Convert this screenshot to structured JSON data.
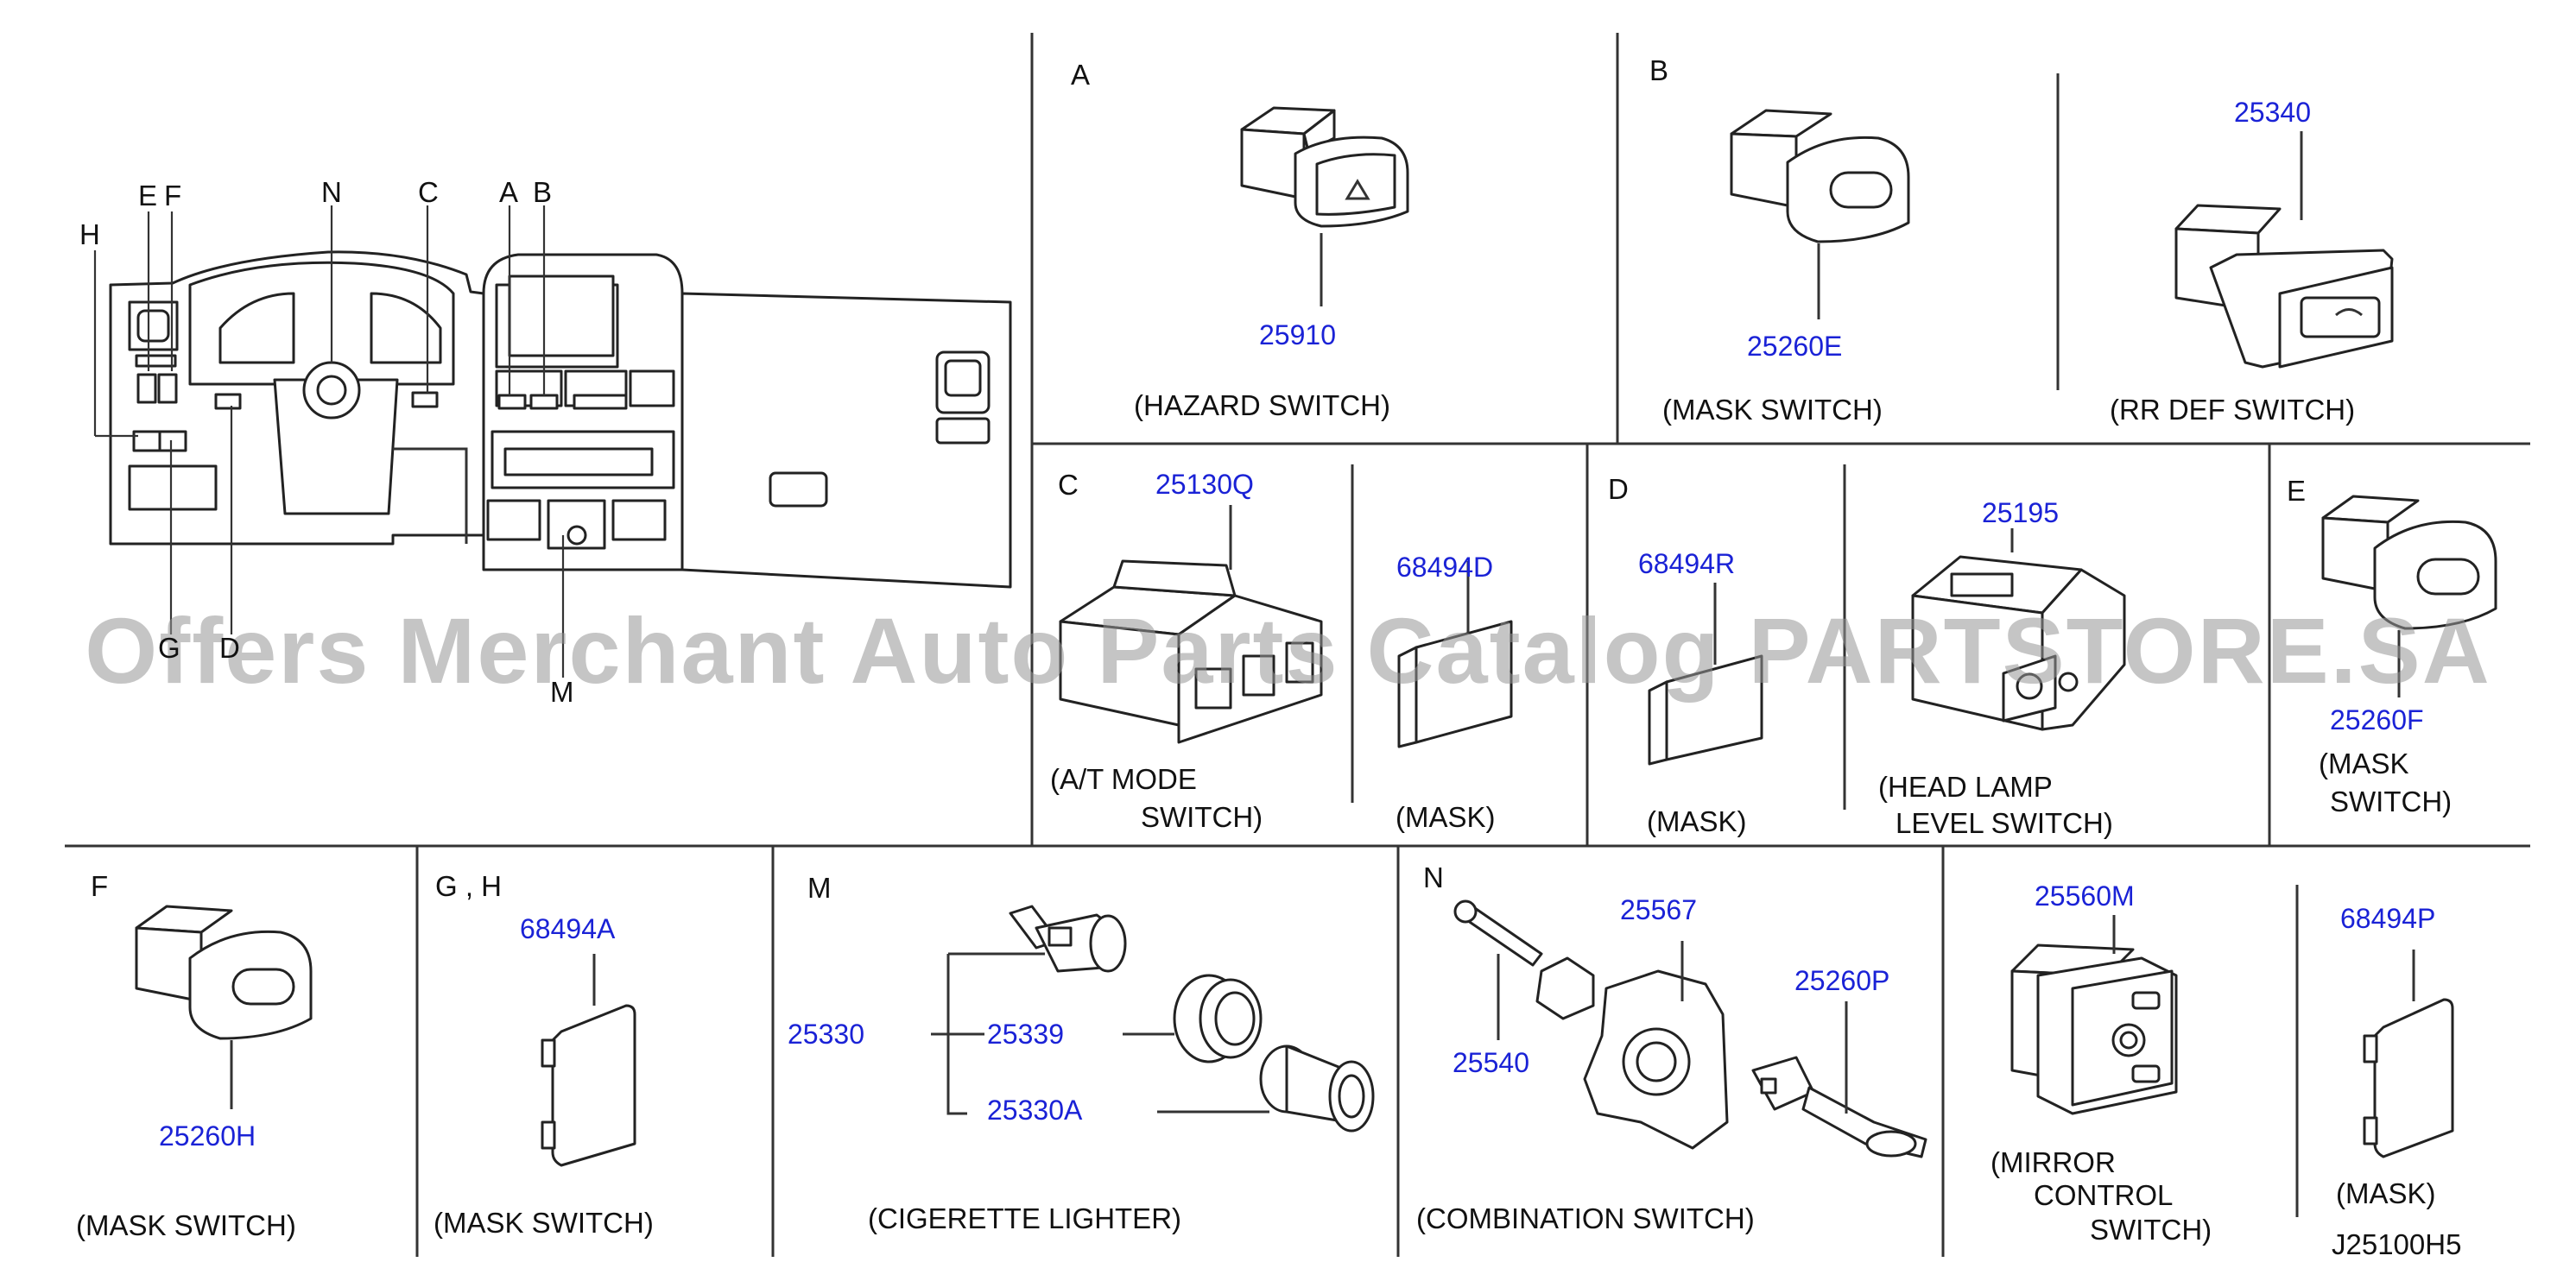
{
  "letters": {
    "A": "A",
    "B": "B",
    "C": "C",
    "D": "D",
    "E": "E",
    "F": "F",
    "G": "G",
    "H": "H",
    "M": "M",
    "N": "N",
    "GH": "G , H"
  },
  "dash_letters": {
    "E": "E",
    "F": "F",
    "H": "H",
    "N": "N",
    "C": "C",
    "A": "A",
    "B": "B",
    "G": "G",
    "D": "D",
    "M": "M"
  },
  "parts": {
    "p25910": "25910",
    "p25260E": "25260E",
    "p25340": "25340",
    "p25130Q": "25130Q",
    "p68494D": "68494D",
    "p68494R": "68494R",
    "p25195": "25195",
    "p25260F": "25260F",
    "p68494A": "68494A",
    "p25260H": "25260H",
    "p25330": "25330",
    "p25339": "25339",
    "p25330A": "25330A",
    "p25567": "25567",
    "p25540": "25540",
    "p25260P": "25260P",
    "p25560M": "25560M",
    "p68494P": "68494P"
  },
  "captions": {
    "hazard": "(HAZARD   SWITCH)",
    "mask_b": "(MASK   SWITCH)",
    "rr_def": "(RR   DEF   SWITCH)",
    "at_mode_1": "(A/T   MODE",
    "at_mode_2": "SWITCH)",
    "mask_c": "(MASK)",
    "mask_d": "(MASK)",
    "head_lamp_1": "(HEAD   LAMP",
    "head_lamp_2": "LEVEL   SWITCH)",
    "mask_e_1": "(MASK",
    "mask_e_2": "SWITCH)",
    "mask_f": "(MASK   SWITCH)",
    "mask_gh": "(MASK   SWITCH)",
    "cig": "(CIGERETTE   LIGHTER)",
    "combo": "(COMBINATION   SWITCH)",
    "mirror_1": "(MIRROR",
    "mirror_2": "CONTROL",
    "mirror_3": "SWITCH)",
    "mask_p": "(MASK)"
  },
  "drawing_code": "J25100H5",
  "watermark": "Offers Merchant Auto Parts Catalog PARTSTORE.SA",
  "colors": {
    "part_number": "#1a22d6",
    "text": "#111111",
    "lines": "#333333",
    "watermark": "#969696"
  }
}
